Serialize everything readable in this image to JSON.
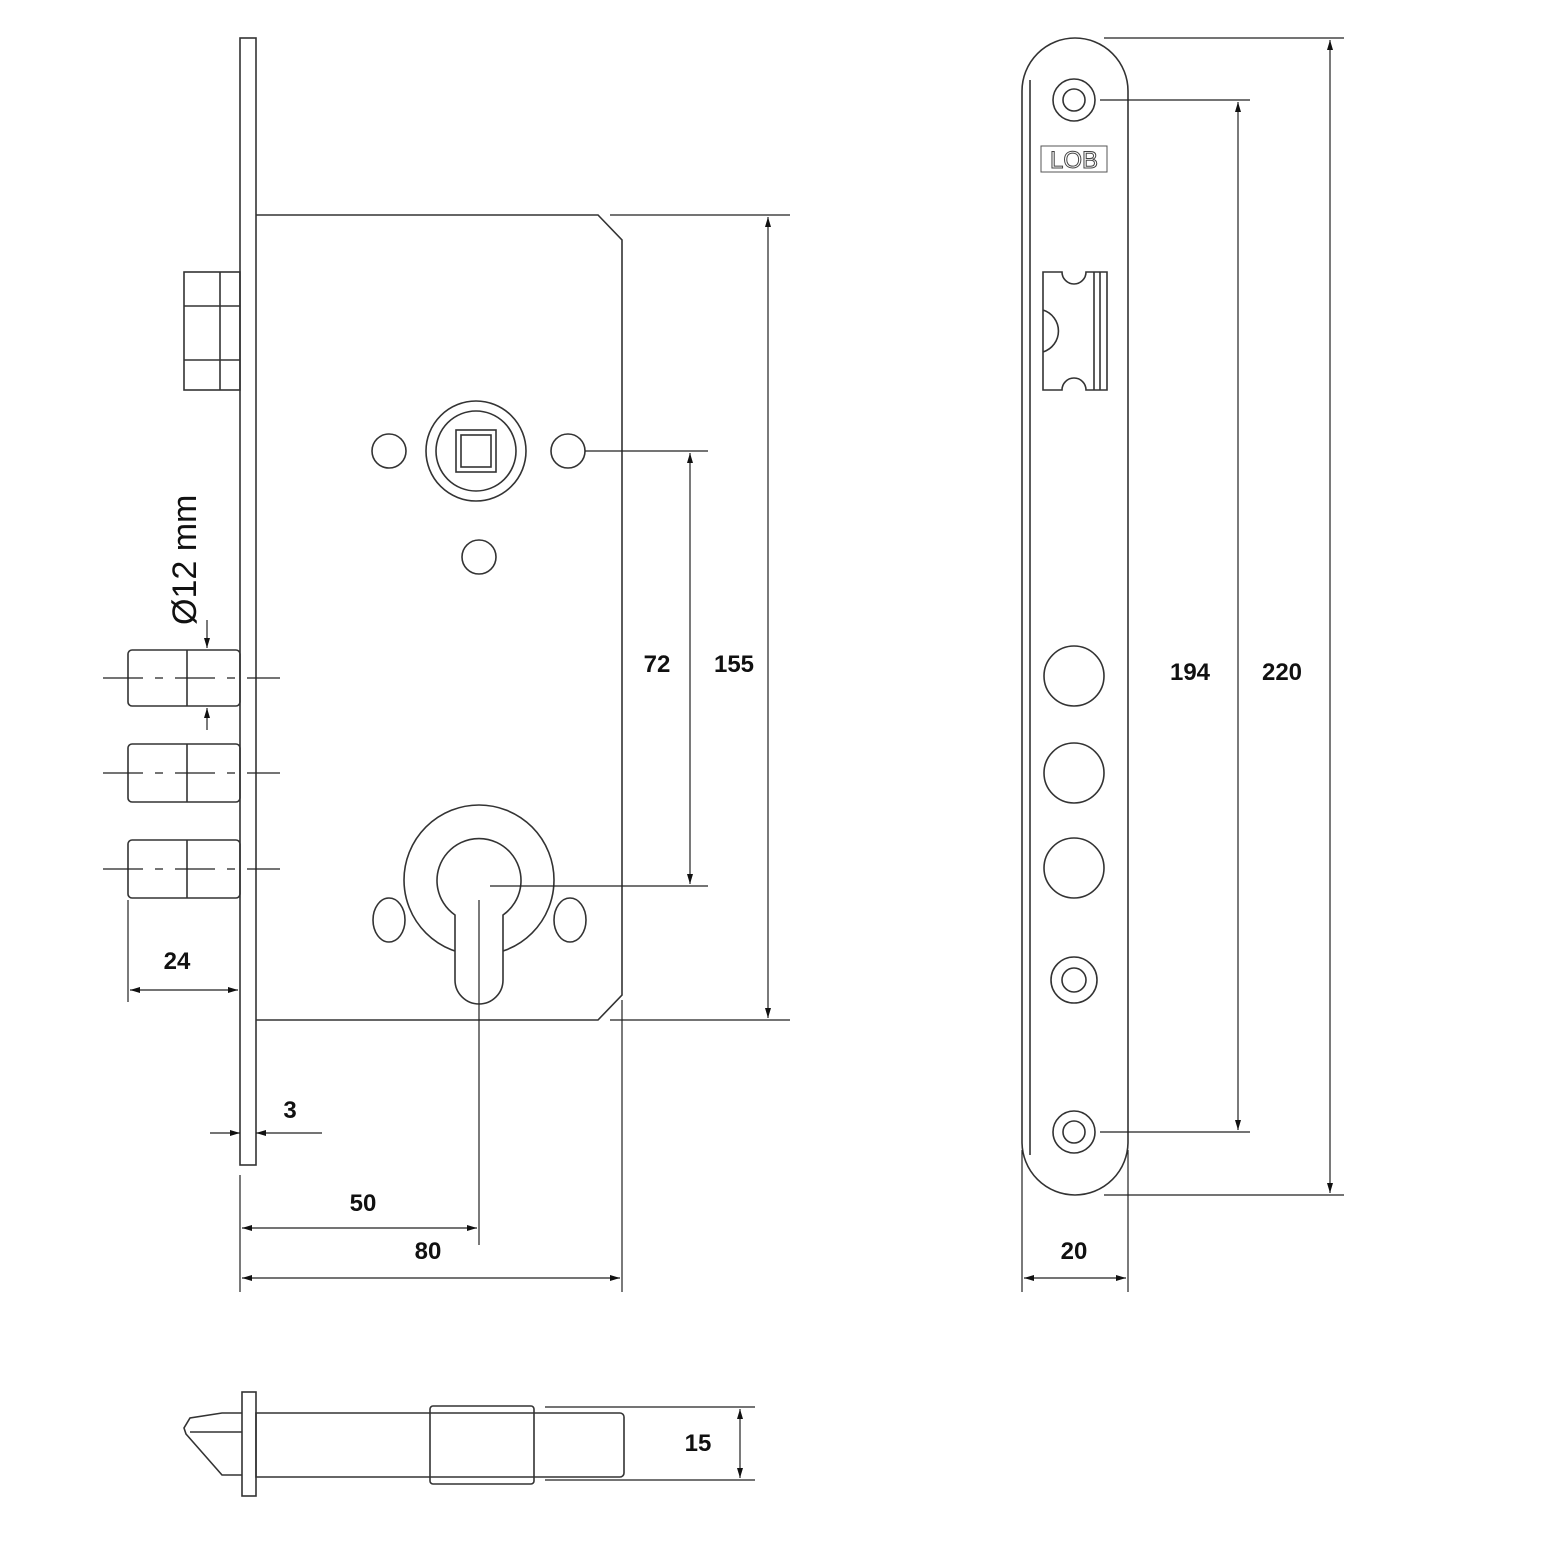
{
  "title": "Mortise lock technical drawing",
  "logo": "LOB",
  "dimensions": {
    "diameter": "Ø12 mm",
    "d155": "155",
    "d72": "72",
    "d24": "24",
    "d3": "3",
    "d50": "50",
    "d80": "80",
    "d194": "194",
    "d220": "220",
    "d20": "20",
    "d15": "15"
  }
}
